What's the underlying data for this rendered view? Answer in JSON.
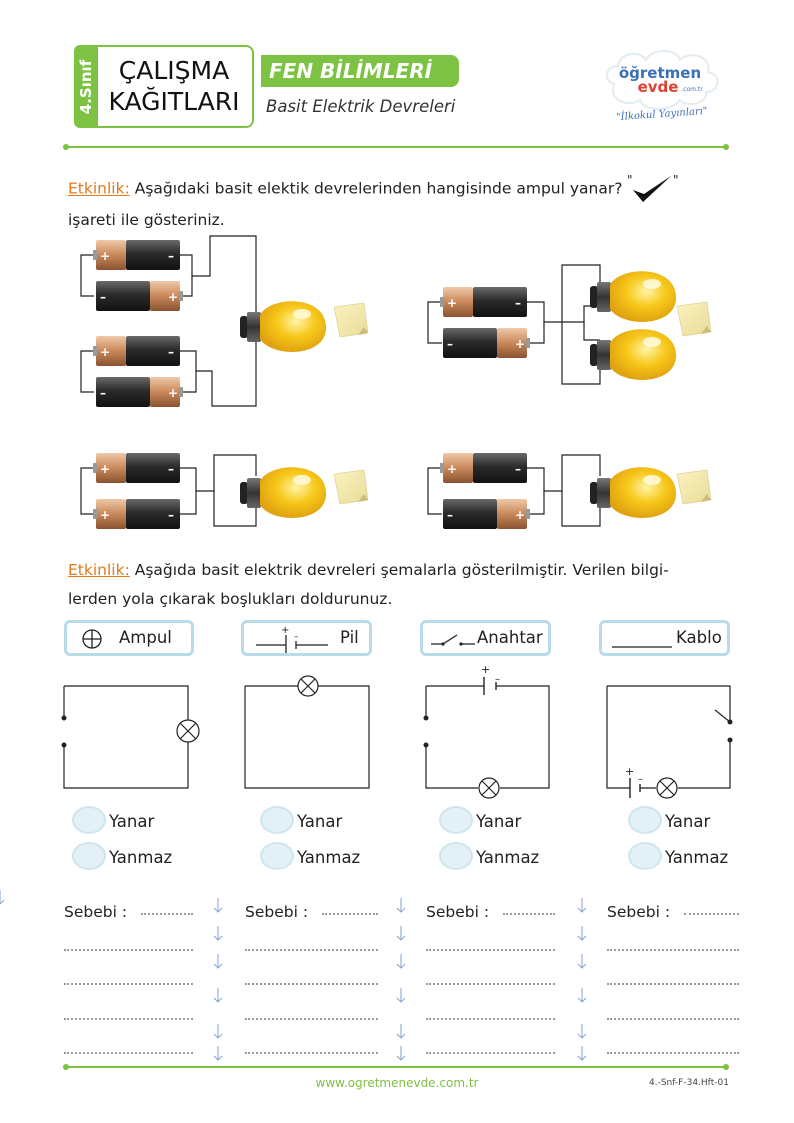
{
  "header": {
    "grade": "4.Sınıf",
    "title_line1": "ÇALIŞMA",
    "title_line2": "KAĞITLARI",
    "subject": "FEN BİLİMLERİ",
    "topic": "Basit Elektrik Devreleri",
    "logo_name": "öğretmen evde",
    "logo_suffix": ".com.tr",
    "logo_tagline": "\"İlkokul Yayınları\""
  },
  "activity1": {
    "label": "Etkinlik:",
    "text_line1": "Aşağıdaki basit elektik devrelerinden hangisinde ampul yanar?",
    "text_line2": "işareti ile gösteriniz.",
    "check_icon": "check-mark-icon"
  },
  "battery": {
    "plus": "+",
    "minus": "–"
  },
  "activity2": {
    "label": "Etkinlik:",
    "text_line1": "Aşağıda basit elektrik devreleri şemalarla gösterilmiştir. Verilen bilgi-",
    "text_line2": "lerden yola çıkarak boşlukları doldurunuz.",
    "legend": [
      "Ampul",
      "Pil",
      "Anahtar",
      "Kablo"
    ],
    "options": [
      "Yanar",
      "Yanmaz"
    ],
    "reason_label": "Sebebi :"
  },
  "footer": {
    "url": "www.ogretmenevde.com.tr",
    "code": "4.-Snf-F-34.Hft-01"
  },
  "colors": {
    "green": "#7dc242",
    "orange": "#e2791f",
    "bulb": "#f7c81a",
    "copper": "#c8885a",
    "battery_dark": "#2b2b2b",
    "light_blue": "#b7dbe8"
  }
}
